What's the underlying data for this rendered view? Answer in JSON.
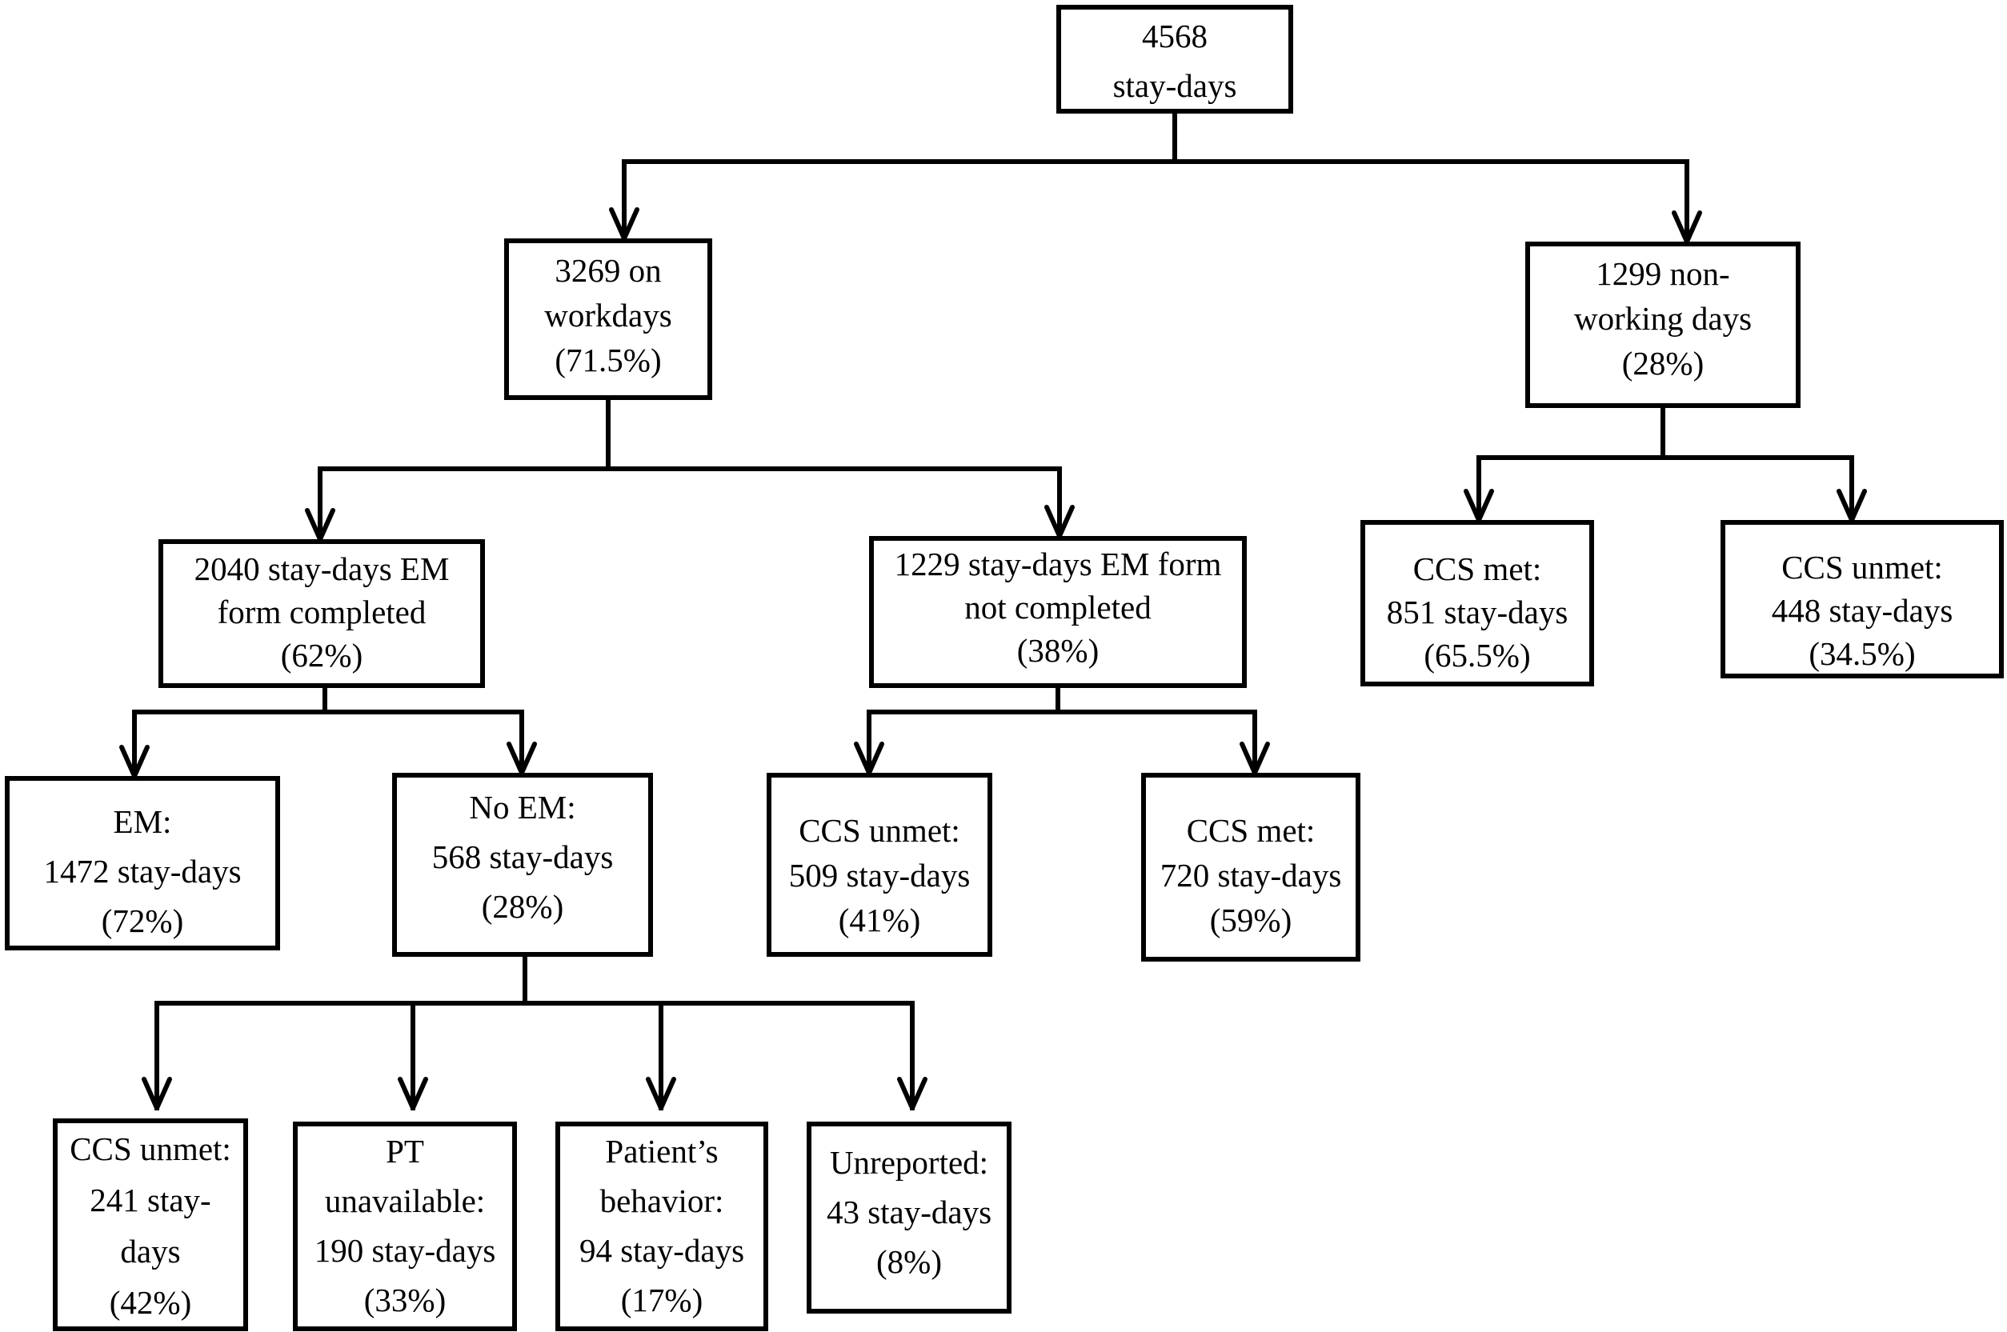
{
  "nodes": {
    "root": {
      "lines": [
        "4568",
        "stay-days"
      ]
    },
    "workdays": {
      "lines": [
        "3269 on",
        "workdays",
        "(71.5%)"
      ]
    },
    "nonworking": {
      "lines": [
        "1299 non-",
        "working days",
        "(28%)"
      ]
    },
    "em_form": {
      "lines": [
        "2040 stay-days EM",
        "form completed",
        "(62%)"
      ]
    },
    "no_em_form": {
      "lines": [
        "1229 stay-days EM form",
        "not completed",
        "(38%)"
      ]
    },
    "nw_met": {
      "lines": [
        "CCS met:",
        "851 stay-days",
        "(65.5%)"
      ]
    },
    "nw_unmet": {
      "lines": [
        "CCS unmet:",
        "448 stay-days",
        "(34.5%)"
      ]
    },
    "em": {
      "lines": [
        "EM:",
        "1472 stay-days",
        "(72%)"
      ]
    },
    "no_em": {
      "lines": [
        "No EM:",
        "568 stay-days",
        "(28%)"
      ]
    },
    "nf_unmet": {
      "lines": [
        "CCS unmet:",
        "509 stay-days",
        "(41%)"
      ]
    },
    "nf_met": {
      "lines": [
        "CCS met:",
        "720 stay-days",
        "(59%)"
      ]
    },
    "r_unmet": {
      "lines": [
        "CCS unmet:",
        "241 stay-",
        "days",
        "(42%)"
      ]
    },
    "r_pt": {
      "lines": [
        "PT",
        "unavailable:",
        "190 stay-days",
        "(33%)"
      ]
    },
    "r_behavior": {
      "lines": [
        "Patient’s",
        "behavior:",
        "94 stay-days",
        "(17%)"
      ]
    },
    "r_unreported": {
      "lines": [
        "Unreported:",
        "43 stay-days",
        "(8%)"
      ]
    }
  }
}
